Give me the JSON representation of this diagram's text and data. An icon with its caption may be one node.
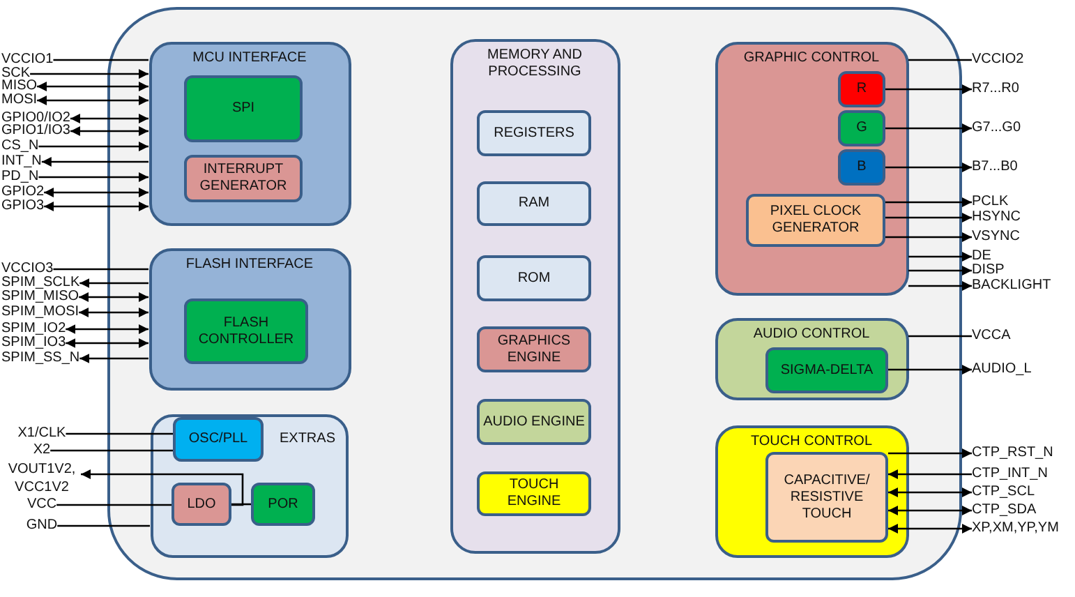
{
  "diagram": {
    "nodes": [
      {
        "text": [],
        "shape": "box"
      },
      {
        "text": [
          "MCU INTERFACE"
        ],
        "in": 0
      },
      {
        "text": [
          "SPI"
        ],
        "in": 1
      },
      {
        "text": [
          "INTERRUPT GENERATOR"
        ],
        "in": 1
      },
      {
        "text": [
          "FLASH INTERFACE"
        ],
        "in": 0
      },
      {
        "text": [
          "FLASH CONTROLLER"
        ],
        "in": 4
      },
      {
        "text": [
          "EXTRAS"
        ],
        "in": 0
      },
      {
        "text": [
          "OSC/PLL"
        ],
        "in": 6
      },
      {
        "text": [
          "LDO"
        ],
        "in": 6
      },
      {
        "text": [
          "POR"
        ],
        "in": 6
      },
      {
        "text": [
          "MEMORY AND PROCESSING"
        ],
        "in": 0
      },
      {
        "text": [
          "REGISTERS"
        ],
        "in": 10
      },
      {
        "text": [
          "RAM"
        ],
        "in": 10
      },
      {
        "text": [
          "ROM"
        ],
        "in": 10
      },
      {
        "text": [
          "GRAPHICS ENGINE"
        ],
        "in": 10
      },
      {
        "text": [
          "AUDIO ENGINE"
        ],
        "in": 10
      },
      {
        "text": [
          "TOUCH ENGINE"
        ],
        "in": 10
      },
      {
        "text": [
          "GRAPHIC CONTROL"
        ],
        "in": 0
      },
      {
        "text": [
          "R"
        ],
        "in": 17
      },
      {
        "text": [
          "G"
        ],
        "in": 17
      },
      {
        "text": [
          "B"
        ],
        "in": 17
      },
      {
        "text": [
          "PIXEL CLOCK GENERATOR"
        ],
        "in": 17
      },
      {
        "text": [
          "AUDIO CONTROL"
        ],
        "in": 0
      },
      {
        "text": [
          "SIGMA-DELTA"
        ],
        "in": 22
      },
      {
        "text": [
          "TOUCH CONTROL"
        ],
        "in": 0
      },
      {
        "text": [
          "CAPACITIVE/ RESISTIVE TOUCH"
        ],
        "in": 24
      },
      {
        "text": [
          "VCCIO1"
        ]
      },
      {
        "text": [
          "SCK"
        ]
      },
      {
        "text": [
          "MISO"
        ]
      },
      {
        "text": [
          "MOSI"
        ]
      },
      {
        "text": [
          "GPIO0/IO2"
        ]
      },
      {
        "text": [
          "GPIO1/IO3"
        ]
      },
      {
        "text": [
          "CS_N"
        ]
      },
      {
        "text": [
          "INT_N"
        ]
      },
      {
        "text": [
          "PD_N"
        ]
      },
      {
        "text": [
          "GPIO2"
        ]
      },
      {
        "text": [
          "GPIO3"
        ]
      },
      {
        "text": [
          "VCCIO3"
        ]
      },
      {
        "text": [
          "SPIM_SCLK"
        ]
      },
      {
        "text": [
          "SPIM_MISO"
        ]
      },
      {
        "text": [
          "SPIM_MOSI"
        ]
      },
      {
        "text": [
          "SPIM_IO2"
        ]
      },
      {
        "text": [
          "SPIM_IO3"
        ]
      },
      {
        "text": [
          "SPIM_SS_N"
        ]
      },
      {
        "text": [
          "X1/CLK"
        ]
      },
      {
        "text": [
          "X2"
        ]
      },
      {
        "text": [
          "VOUT1V2, VCC1V2"
        ]
      },
      {
        "text": [
          "VCC"
        ]
      },
      {
        "text": [
          "GND"
        ]
      },
      {
        "text": [
          "VCCIO2"
        ]
      },
      {
        "text": [
          "R7...R0"
        ]
      },
      {
        "text": [
          "G7...G0"
        ]
      },
      {
        "text": [
          "B7...B0"
        ]
      },
      {
        "text": [
          "PCLK"
        ]
      },
      {
        "text": [
          "HSYNC"
        ]
      },
      {
        "text": [
          "VSYNC"
        ]
      },
      {
        "text": [
          "DE"
        ]
      },
      {
        "text": [
          "DISP"
        ]
      },
      {
        "text": [
          "BACKLIGHT"
        ]
      },
      {
        "text": [
          "VCCA"
        ]
      },
      {
        "text": [
          "AUDIO_L"
        ]
      },
      {
        "text": [
          "CTP_RST_N"
        ]
      },
      {
        "text": [
          "CTP_INT_N"
        ]
      },
      {
        "text": [
          "CTP_SCL"
        ]
      },
      {
        "text": [
          "CTP_SDA"
        ]
      },
      {
        "text": [
          "XP,XM,YP,YM"
        ]
      }
    ],
    "edges": [
      {
        "from": 26,
        "to": 1,
        "arrow": "none"
      },
      {
        "from": 27,
        "to": 1,
        "arrow": "to"
      },
      {
        "from": 28,
        "to": 1,
        "arrow": "both"
      },
      {
        "from": 29,
        "to": 1,
        "arrow": "both"
      },
      {
        "from": 30,
        "to": 1,
        "arrow": "both"
      },
      {
        "from": 31,
        "to": 1,
        "arrow": "both"
      },
      {
        "from": 32,
        "to": 1,
        "arrow": "to"
      },
      {
        "from": 1,
        "to": 33,
        "arrow": "to"
      },
      {
        "from": 34,
        "to": 1,
        "arrow": "to"
      },
      {
        "from": 35,
        "to": 1,
        "arrow": "both"
      },
      {
        "from": 36,
        "to": 1,
        "arrow": "both"
      },
      {
        "from": 37,
        "to": 4,
        "arrow": "none"
      },
      {
        "from": 4,
        "to": 38,
        "arrow": "to"
      },
      {
        "from": 39,
        "to": 4,
        "arrow": "both"
      },
      {
        "from": 40,
        "to": 4,
        "arrow": "both"
      },
      {
        "from": 41,
        "to": 4,
        "arrow": "both"
      },
      {
        "from": 42,
        "to": 4,
        "arrow": "both"
      },
      {
        "from": 4,
        "to": 43,
        "arrow": "to"
      },
      {
        "from": 44,
        "to": 7,
        "arrow": "none"
      },
      {
        "from": 45,
        "to": 7,
        "arrow": "none"
      },
      {
        "from": 8,
        "to": 46,
        "arrow": "to"
      },
      {
        "from": 47,
        "to": 8,
        "arrow": "none"
      },
      {
        "from": 48,
        "to": 6,
        "arrow": "none"
      },
      {
        "from": 8,
        "to": 9,
        "arrow": "none"
      },
      {
        "from": 17,
        "to": 49,
        "arrow": "none"
      },
      {
        "from": 18,
        "to": 50,
        "arrow": "to"
      },
      {
        "from": 19,
        "to": 51,
        "arrow": "to"
      },
      {
        "from": 20,
        "to": 52,
        "arrow": "to"
      },
      {
        "from": 21,
        "to": 53,
        "arrow": "to"
      },
      {
        "from": 21,
        "to": 54,
        "arrow": "to"
      },
      {
        "from": 21,
        "to": 55,
        "arrow": "to"
      },
      {
        "from": 17,
        "to": 56,
        "arrow": "to"
      },
      {
        "from": 17,
        "to": 57,
        "arrow": "to"
      },
      {
        "from": 17,
        "to": 58,
        "arrow": "to"
      },
      {
        "from": 22,
        "to": 59,
        "arrow": "none"
      },
      {
        "from": 23,
        "to": 60,
        "arrow": "to"
      },
      {
        "from": 25,
        "to": 61,
        "arrow": "to"
      },
      {
        "from": 62,
        "to": 25,
        "arrow": "to"
      },
      {
        "from": 25,
        "to": 63,
        "arrow": "both"
      },
      {
        "from": 25,
        "to": 64,
        "arrow": "both"
      },
      {
        "from": 25,
        "to": 65,
        "arrow": "both"
      }
    ]
  }
}
